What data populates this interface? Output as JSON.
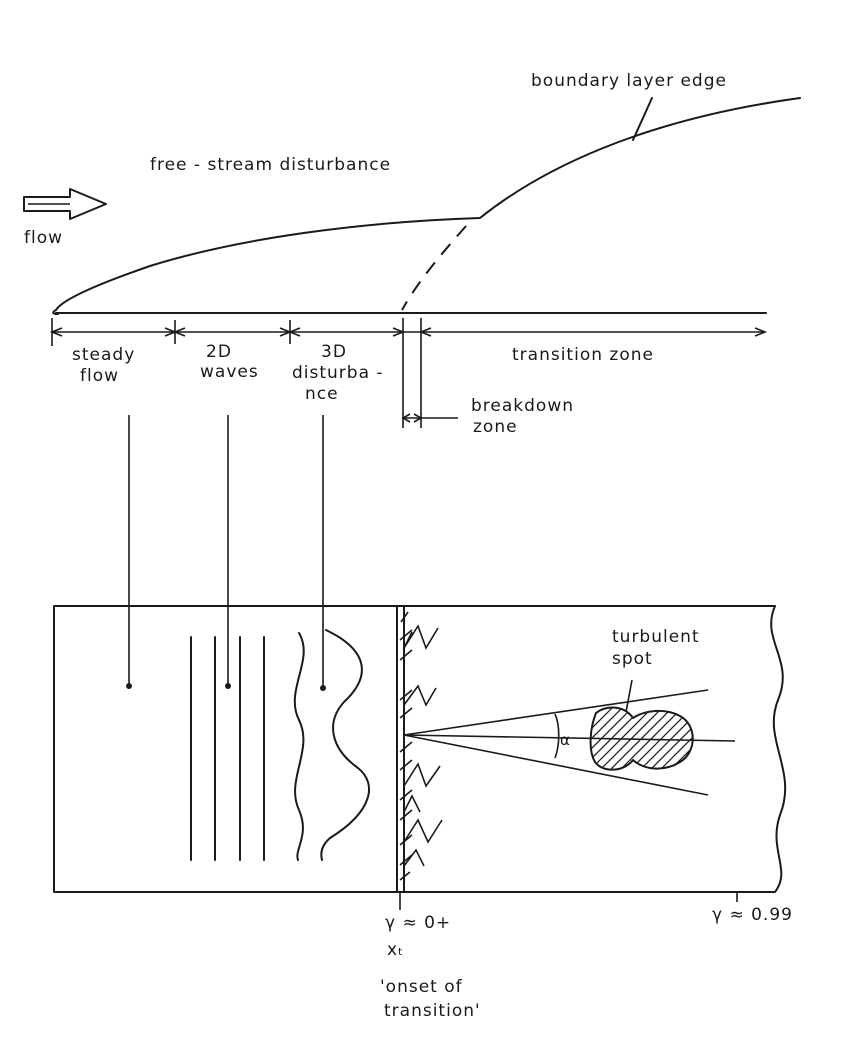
{
  "labels": {
    "boundary_layer_edge": "boundary layer edge",
    "free_stream": "free - stream disturbance",
    "flow": "flow",
    "steady": "steady",
    "flow2": "flow",
    "waves_2d": "2D",
    "waves": "waves",
    "dist_3d": "3D",
    "disturba": "disturba -",
    "nce": "nce",
    "transition_zone": "transition zone",
    "breakdown": "breakdown",
    "zone": "zone",
    "turbulent": "turbulent",
    "spot": "spot",
    "alpha": "α",
    "gamma_onset": "γ ≈ 0+",
    "xt": "xₜ",
    "onset_of": "'onset of",
    "transition": "transition'",
    "gamma_end": "γ ≈ 0.99"
  }
}
